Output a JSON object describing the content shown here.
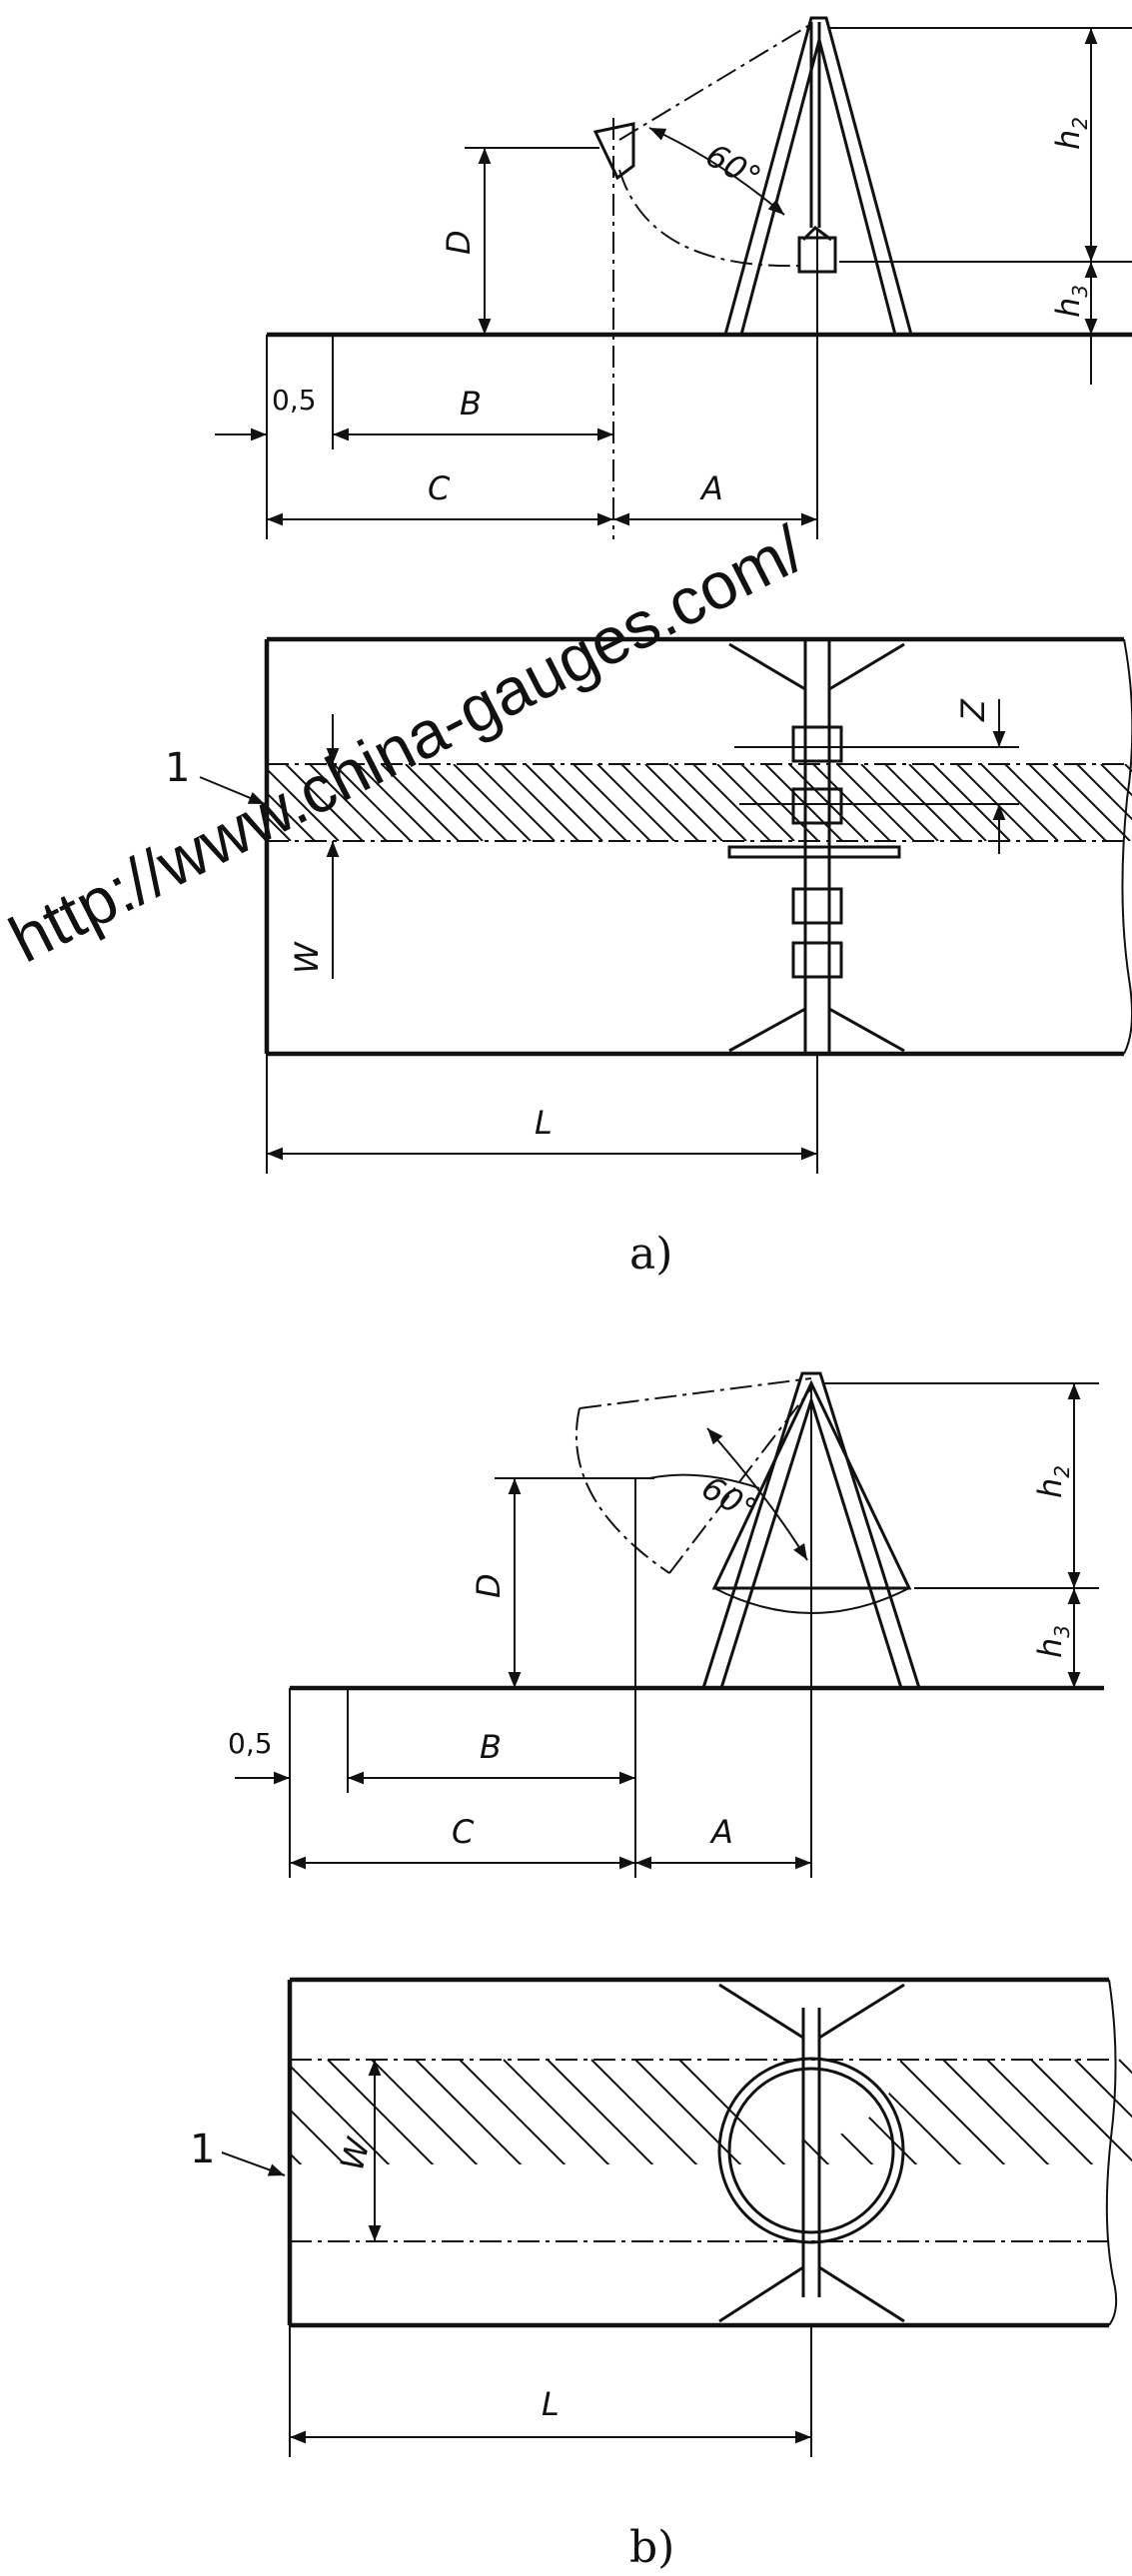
{
  "figure_a": {
    "caption": "a)",
    "callout": "1",
    "labels": {
      "h2": "h",
      "h2_sub": "2",
      "h3": "h",
      "h3_sub": "3",
      "D": "D",
      "angle": "60°",
      "offset": "0,5",
      "B": "B",
      "C": "C",
      "A": "A",
      "Z": "Z",
      "W": "W",
      "L": "L"
    }
  },
  "figure_b": {
    "caption": "b)",
    "callout": "1",
    "labels": {
      "h2": "h",
      "h2_sub": "2",
      "h3": "h",
      "h3_sub": "3",
      "D": "D",
      "angle": "60°",
      "offset": "0,5",
      "B": "B",
      "C": "C",
      "A": "A",
      "W": "W",
      "L": "L"
    }
  },
  "watermark": "http://www.china-gauges.com/"
}
